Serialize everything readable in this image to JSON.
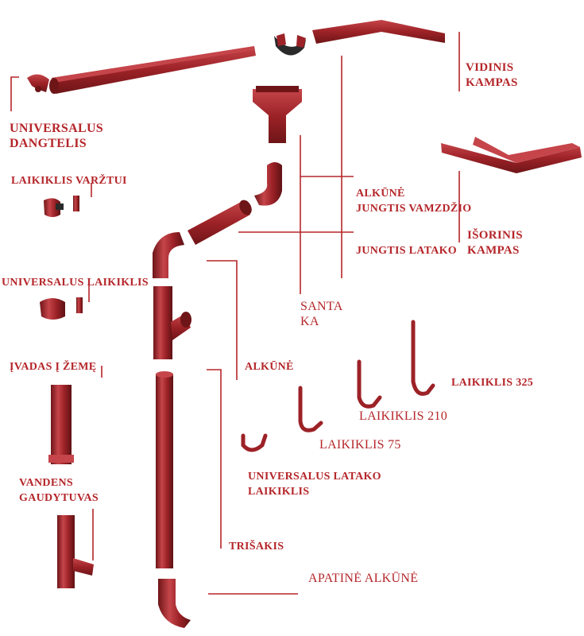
{
  "colors": {
    "label": "#b5262a",
    "part": "#9c2227",
    "part_dark": "#6e1518",
    "part_light": "#c5454a",
    "leader": "#b5262a"
  },
  "labels": {
    "vidinis_kampas": "VIDINIS\nKAMPAS",
    "universalus_dangtelis": "UNIVERSALUS\nDANGTELIS",
    "laikiklis_varztui": "LAIKIKLIS VARŽTUI",
    "alkune_jungtis_vamzdzio": "ALKŪNĖ\nJUNGTIS VAMZDŽIO",
    "isorinis_kampas": "IŠORINIS\nKAMPAS",
    "jungtis_latako": "JUNGTIS LATAKO",
    "universalus_laikiklis": "UNIVERSALUS LAIKIKLIS",
    "santaka": "SANTA\nKA",
    "ivadas_i_zeme": "ĮVADAS Į ŽEMĘ",
    "alkune": "ALKŪNĖ",
    "laikiklis_325": "LAIKIKLIS 325",
    "laikiklis_210": "LAIKIKLIS 210",
    "laikiklis_75": "LAIKIKLIS 75",
    "vandens_gaudytuvas": "VANDENS\nGAUDYTUVAS",
    "universalus_latako_laikiklis": "UNIVERSALUS LATAKO\nLAIKIKLIS",
    "trisakis": "TRIŠAKIS",
    "apatine_alkune": "APATINĖ ALKŪNĖ"
  }
}
